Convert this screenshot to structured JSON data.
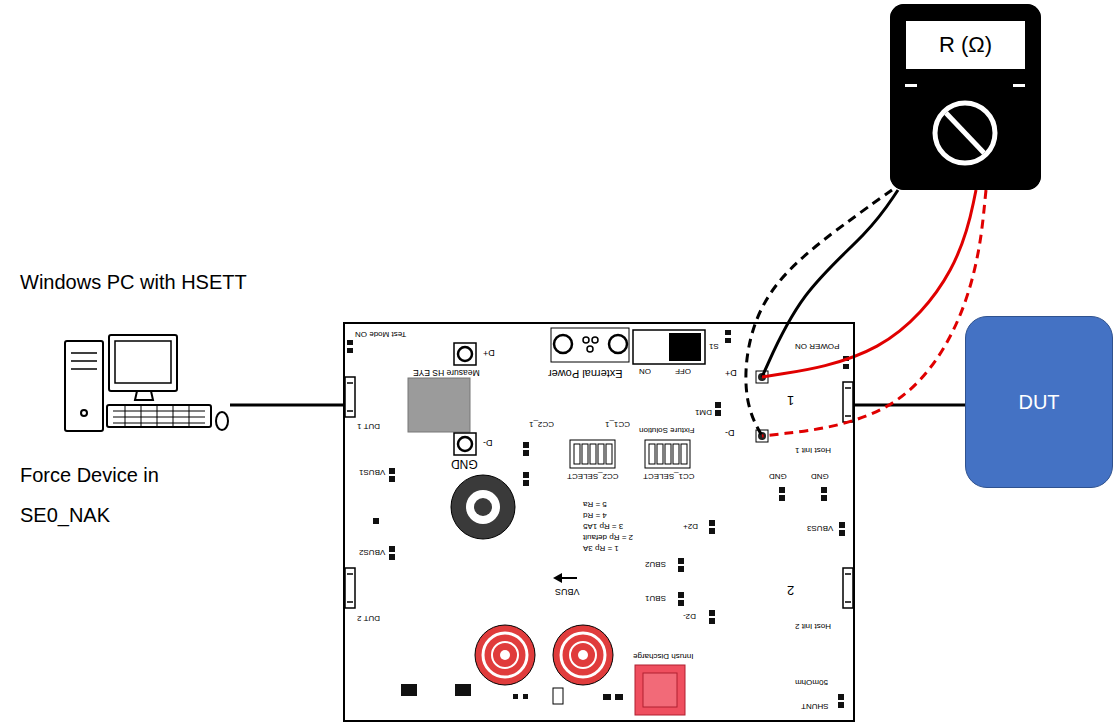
{
  "diagram": {
    "nodes": [
      {
        "text": [
          "R (Ω)"
        ]
      },
      {
        "text": [
          "Windows PC with HSETT",
          "Force Device in SE0_NAK"
        ]
      },
      {
        "text": [
          "Test Mode ON",
          "Measure HS EYE",
          "D+",
          "D-",
          "External Power",
          "ON",
          "OFF",
          "S1",
          "POWER ON",
          "DUT 1",
          "VBUS1",
          "GND",
          "CC2_1",
          "CC1_1",
          "Fixture Solution",
          "DM1",
          "CC2_SELECT",
          "CC1_SELECT",
          "5 = Ra",
          "4 = Rd",
          "3 = Rp 1A5",
          "2 = Rp default",
          "1 = Rp 3A",
          "D+",
          "D-",
          "1",
          "Host Init 1",
          "GND",
          "GND",
          "VBUS3",
          "D2+",
          "SBU2",
          "SBU1",
          "D2-",
          "2",
          "Host Init 2",
          "DUT 2",
          "VBUS2",
          "VBUS",
          "Inrush Discharge",
          "50mOhm",
          "SHUNT"
        ]
      },
      {
        "text": [
          "DUT"
        ]
      }
    ],
    "edges": [
      {
        "from": 1,
        "to": 2,
        "arrow": "none"
      },
      {
        "from": 2,
        "to": 3,
        "arrow": "none"
      },
      {
        "from": 0,
        "to": 2,
        "arrow": "none"
      },
      {
        "from": 0,
        "to": 2,
        "arrow": "none"
      },
      {
        "from": 0,
        "to": 2,
        "arrow": "none"
      },
      {
        "from": 0,
        "to": 2,
        "arrow": "none"
      }
    ]
  }
}
